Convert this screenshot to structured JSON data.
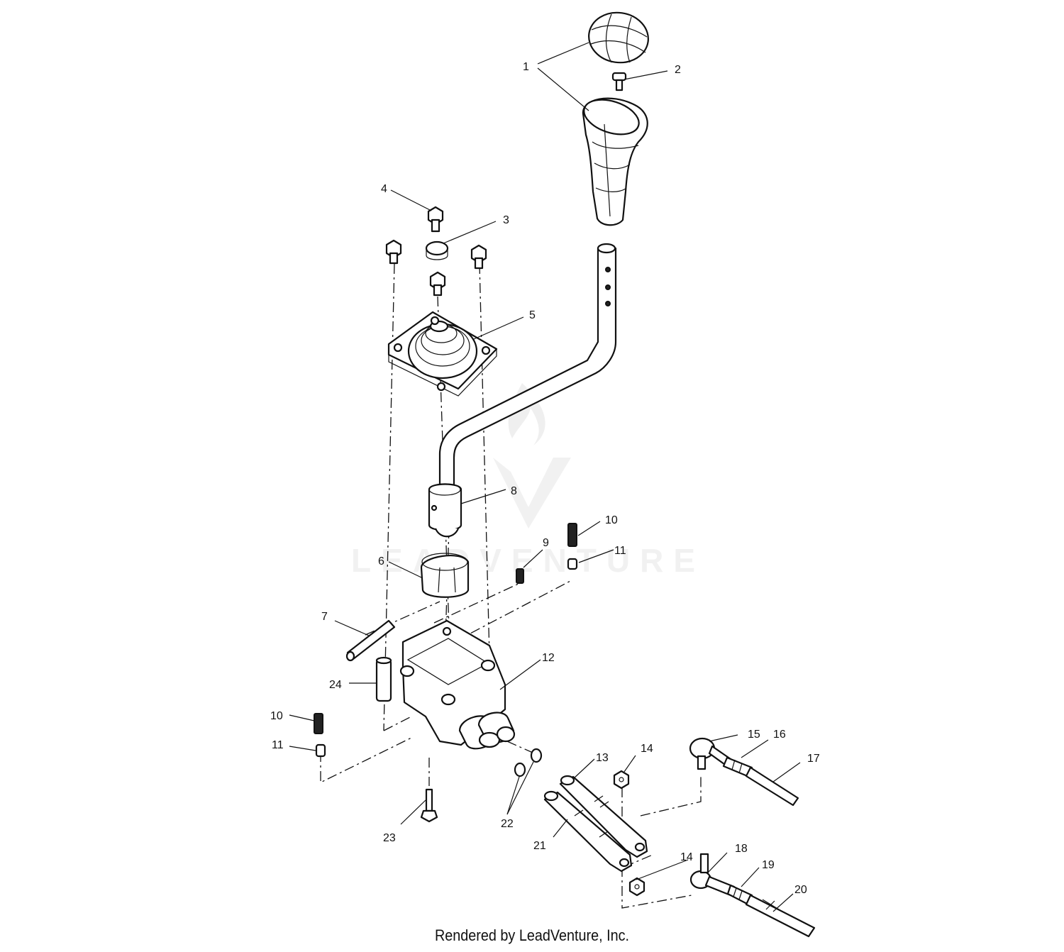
{
  "watermark": {
    "text": "LEADVENTURE"
  },
  "callouts": {
    "c1": "1",
    "c2": "2",
    "c3": "3",
    "c4": "4",
    "c5": "5",
    "c6": "6",
    "c7": "7",
    "c8": "8",
    "c9": "9",
    "c10a": "10",
    "c10b": "10",
    "c11a": "11",
    "c11b": "11",
    "c12": "12",
    "c13": "13",
    "c14a": "14",
    "c14b": "14",
    "c15": "15",
    "c16": "16",
    "c17": "17",
    "c18": "18",
    "c19": "19",
    "c20": "20",
    "c21": "21",
    "c22": "22",
    "c23": "23",
    "c24": "24"
  },
  "footer": {
    "credit": "Rendered by LeadVenture, Inc."
  }
}
